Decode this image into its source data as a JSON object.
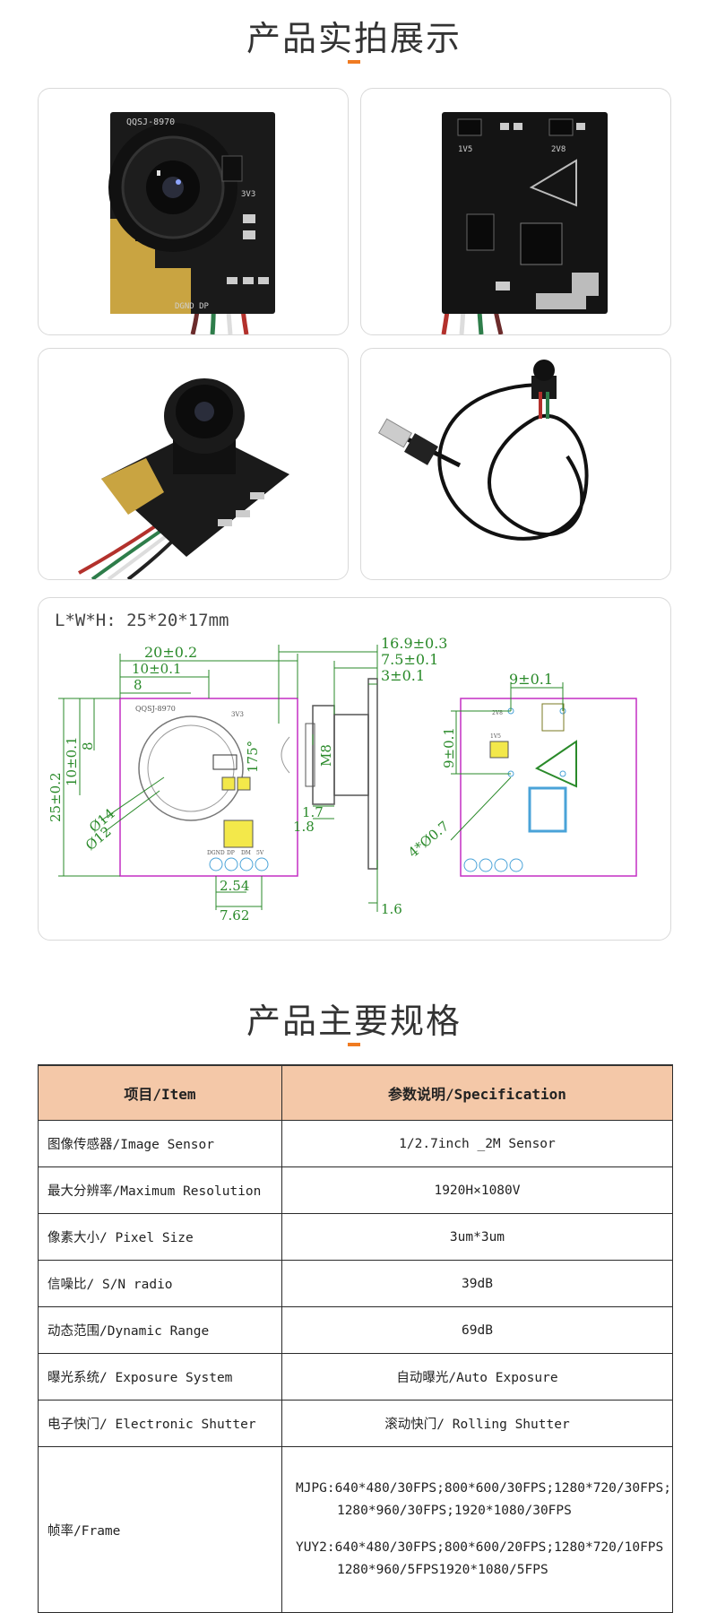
{
  "section1": {
    "title": "产品实拍展示"
  },
  "product_photos": [
    {
      "silk_model": "QQSJ-8970",
      "silk_pins": "DGND DP",
      "silk_volt": "3V3"
    },
    {
      "silk_a": "1V5",
      "silk_b": "2V8"
    },
    {},
    {}
  ],
  "dimensions": {
    "label": "L*W*H: 25*20*17mm",
    "front": {
      "width": "20±0.2",
      "half_width": "10±0.1",
      "offset": "8",
      "height": "25±0.2",
      "half_height": "10±0.1",
      "offset_v": "8",
      "lens_d1": "Ø14",
      "lens_d2": "Ø12",
      "pin_span1": "2.54",
      "pin_span2": "7.62",
      "model": "QQSJ-8970",
      "pins": [
        "DGND",
        "DP",
        "DM",
        "5V"
      ],
      "volt": "3V3"
    },
    "side": {
      "total": "16.9±0.3",
      "lens": "7.5±0.1",
      "mount": "3±0.1",
      "angle": "175°",
      "thread": "M8",
      "gap1": "1.7",
      "gap2": "1.8",
      "pcb": "1.6"
    },
    "back": {
      "hole_h": "9±0.1",
      "hole_v": "9±0.1",
      "holes": "4*Ø0.7",
      "v1": "1V5",
      "v2": "2V8"
    }
  },
  "section2": {
    "title": "产品主要规格"
  },
  "spec_table": {
    "headers": [
      "项目/Item",
      "参数说明/Specification"
    ],
    "rows": [
      {
        "item": "图像传感器/Image Sensor",
        "value": "1/2.7inch _2M Sensor"
      },
      {
        "item": "最大分辨率/Maximum Resolution",
        "value": "1920H×1080V"
      },
      {
        "item": "像素大小/ Pixel Size",
        "value": "3um*3um"
      },
      {
        "item": "信噪比/ S/N radio",
        "value": "39dB"
      },
      {
        "item": "动态范围/Dynamic Range",
        "value": "69dB"
      },
      {
        "item": "曝光系统/ Exposure System",
        "value": "自动曝光/Auto Exposure"
      },
      {
        "item": "电子快门/ Electronic Shutter",
        "value": "滚动快门/ Rolling Shutter"
      }
    ],
    "frame": {
      "item": "帧率/Frame",
      "mjpg_1": "MJPG:640*480/30FPS;800*600/30FPS;1280*720/30FPS;",
      "mjpg_2": "1280*960/30FPS;1920*1080/30FPS",
      "yuy2_1": "YUY2:640*480/30FPS;800*600/20FPS;1280*720/10FPS",
      "yuy2_2": "1280*960/5FPS1920*1080/5FPS"
    }
  }
}
